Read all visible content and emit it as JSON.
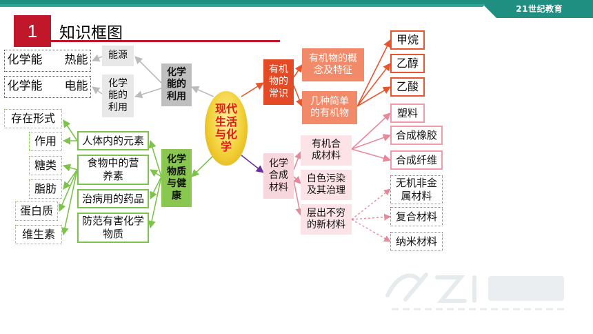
{
  "header": {
    "logo": "21世纪教育",
    "section_number": "1",
    "title": "知识框图"
  },
  "center": "现代\n生活\n与化\n学",
  "energy": {
    "label": "化学\n能的\n利用",
    "sub": [
      {
        "label": "能源"
      },
      {
        "label": "化学\n能的\n利用"
      }
    ],
    "leaves": [
      {
        "from": "化学能",
        "to": "热能"
      },
      {
        "from": "化学能",
        "to": "电能"
      }
    ]
  },
  "health": {
    "label": "化学\n物质\n与健\n康",
    "sub": [
      "人体内的元素",
      "食物中的营\n养素",
      "治病用的药品",
      "防范有害化学\n物质"
    ],
    "element_leaves": [
      "存在形式",
      "作用"
    ],
    "nutrient_leaves": [
      "糖类",
      "脂肪",
      "蛋白质",
      "维生素"
    ]
  },
  "organic": {
    "label": "有机\n物的\n常识",
    "sub": [
      "有机物的概\n念及特征",
      "几种简单\n的有机物"
    ],
    "leaves": [
      "甲烷",
      "乙醇",
      "乙酸"
    ]
  },
  "materials": {
    "label": "化学\n合成\n材料",
    "sub": [
      "有机合\n成材料",
      "白色污染\n及其治理",
      "层出不穷\n的新材料"
    ],
    "synthetic_leaves": [
      "塑料",
      "合成橡胶",
      "合成纤维"
    ],
    "new_leaves": [
      "无机非金\n属材料",
      "复合材料",
      "纳米材料"
    ]
  },
  "colors": {
    "header": "#1f8f82",
    "accent_red": "#c0172a",
    "gray": "#bfbfbf",
    "green": "#7dc24a",
    "red_orange": "#e34a26",
    "pink": "#f09aaa",
    "purple": "#6b2fa0"
  }
}
